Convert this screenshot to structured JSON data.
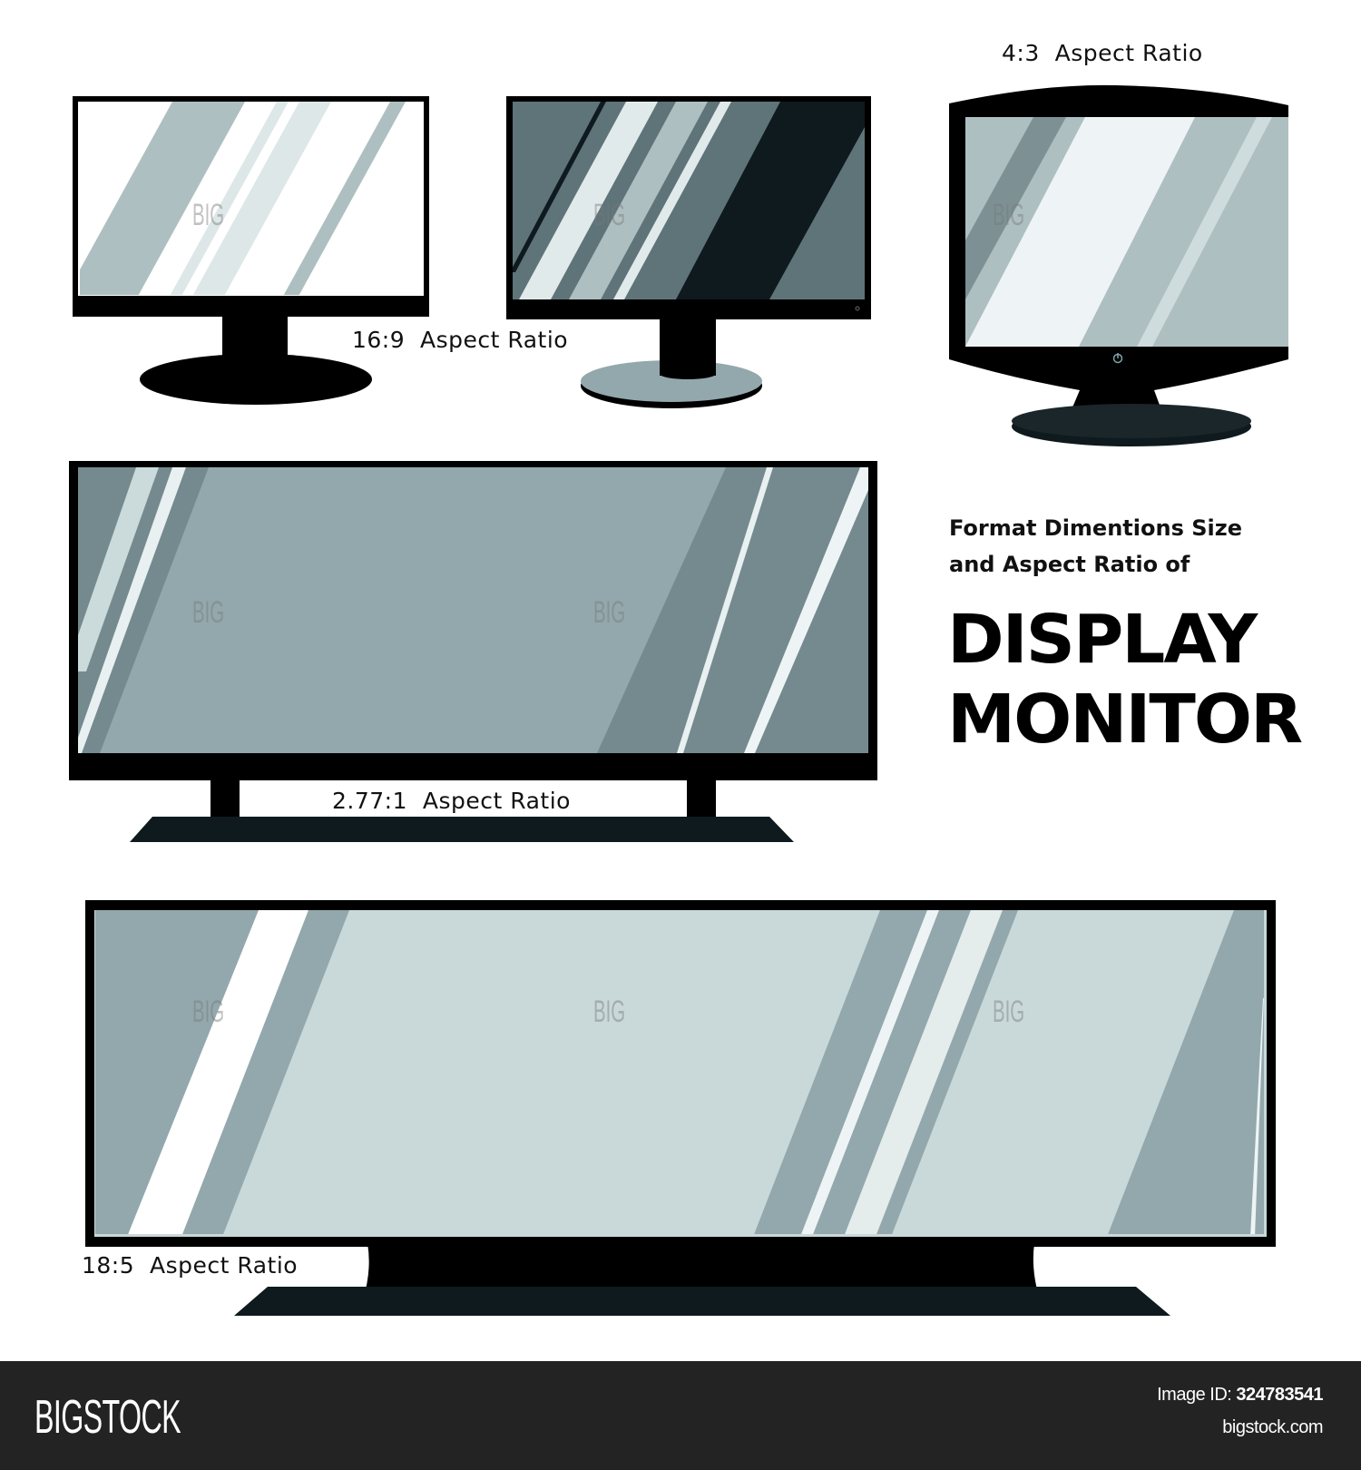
{
  "labels": {
    "ratio_16_9": "16:9  Aspect Ratio",
    "ratio_16_10": "16:9  Aspect Ratio",
    "ratio_4_3": "4:3  Aspect Ratio",
    "ratio_2_77_1": "2.77:1  Aspect Ratio",
    "ratio_18_5": "18:5  Aspect Ratio"
  },
  "title": {
    "line1": "Format Dimentions Size",
    "line2": "and Aspect Ratio of",
    "big1": "DISPLAY",
    "big2": "MONITOR"
  },
  "watermark": {
    "small": "BIG"
  },
  "footer": {
    "brand": "BIGSTOCK",
    "image_id_label": "Image ID: ",
    "image_id": "324783541",
    "site": "bigstock.com"
  },
  "colors": {
    "bezel": "#000000",
    "stand_dark": "#0f1a1e",
    "screen_light": "#aebfc1",
    "screen_mid": "#93a8ac",
    "screen_dark": "#5f7479",
    "footer_bg": "#232323"
  }
}
